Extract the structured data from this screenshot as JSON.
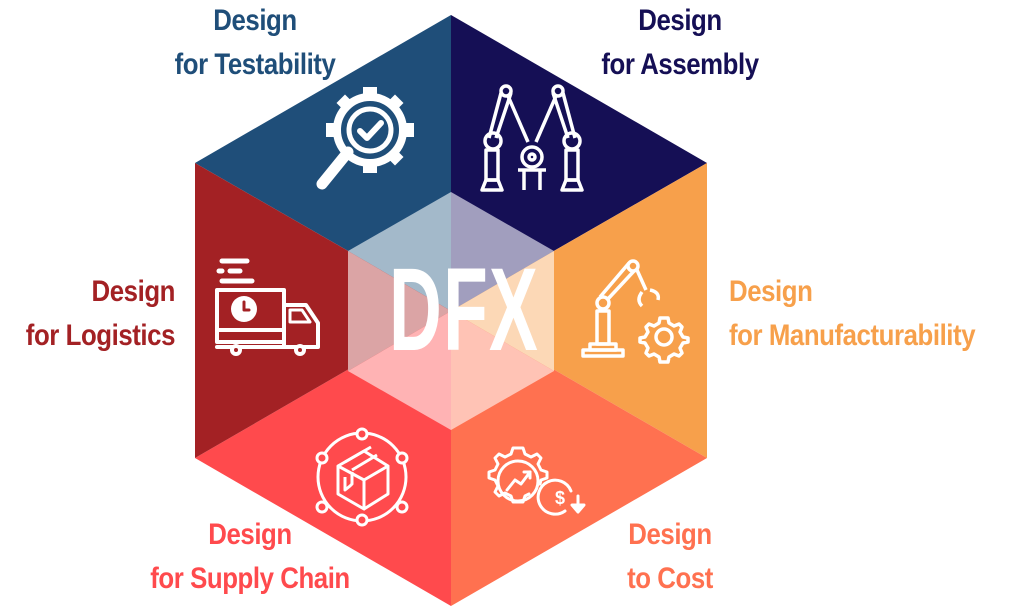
{
  "diagram": {
    "title": "DFX",
    "shape": "hexagon",
    "segments": [
      {
        "id": "testability",
        "line1": "Design",
        "line2": "for Testability",
        "color": "#1F4E79",
        "label_color": "#1F4E79",
        "icon": "gear-magnifier-check-icon"
      },
      {
        "id": "assembly",
        "line1": "Design",
        "line2": "for Assembly",
        "color": "#150F55",
        "label_color": "#150F55",
        "icon": "robot-arms-assembly-icon"
      },
      {
        "id": "manufacturability",
        "line1": "Design",
        "line2": "for Manufacturability",
        "color": "#F7A04B",
        "label_color": "#F7A04B",
        "icon": "robot-arm-gear-icon"
      },
      {
        "id": "cost",
        "line1": "Design",
        "line2": "to Cost",
        "color": "#FF7150",
        "label_color": "#FF7150",
        "icon": "gear-dollar-down-icon"
      },
      {
        "id": "supply_chain",
        "line1": "Design",
        "line2": "for Supply Chain",
        "color": "#FF4A4D",
        "label_color": "#FF4A4D",
        "icon": "box-network-icon"
      },
      {
        "id": "logistics",
        "line1": "Design",
        "line2": "for Logistics",
        "color": "#A32124",
        "label_color": "#A32124",
        "icon": "delivery-truck-clock-icon"
      }
    ]
  }
}
